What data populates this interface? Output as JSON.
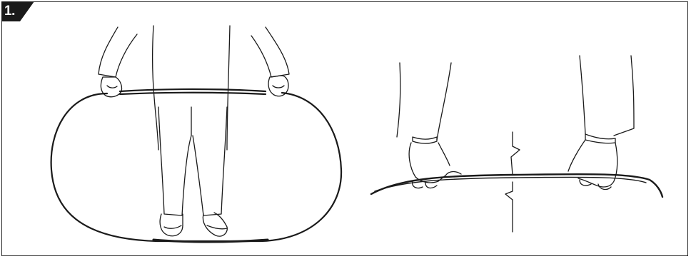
{
  "step": {
    "label": "1."
  },
  "colors": {
    "line": "#1a1a1a",
    "badge": "#1a1a1a",
    "background": "#ffffff"
  },
  "figures": [
    {
      "name": "person-holding-loop",
      "description_icon": "person-flexing-board-into-loop"
    },
    {
      "name": "hands-bending-board",
      "description_icon": "hands-bending-board-with-break-line"
    }
  ]
}
